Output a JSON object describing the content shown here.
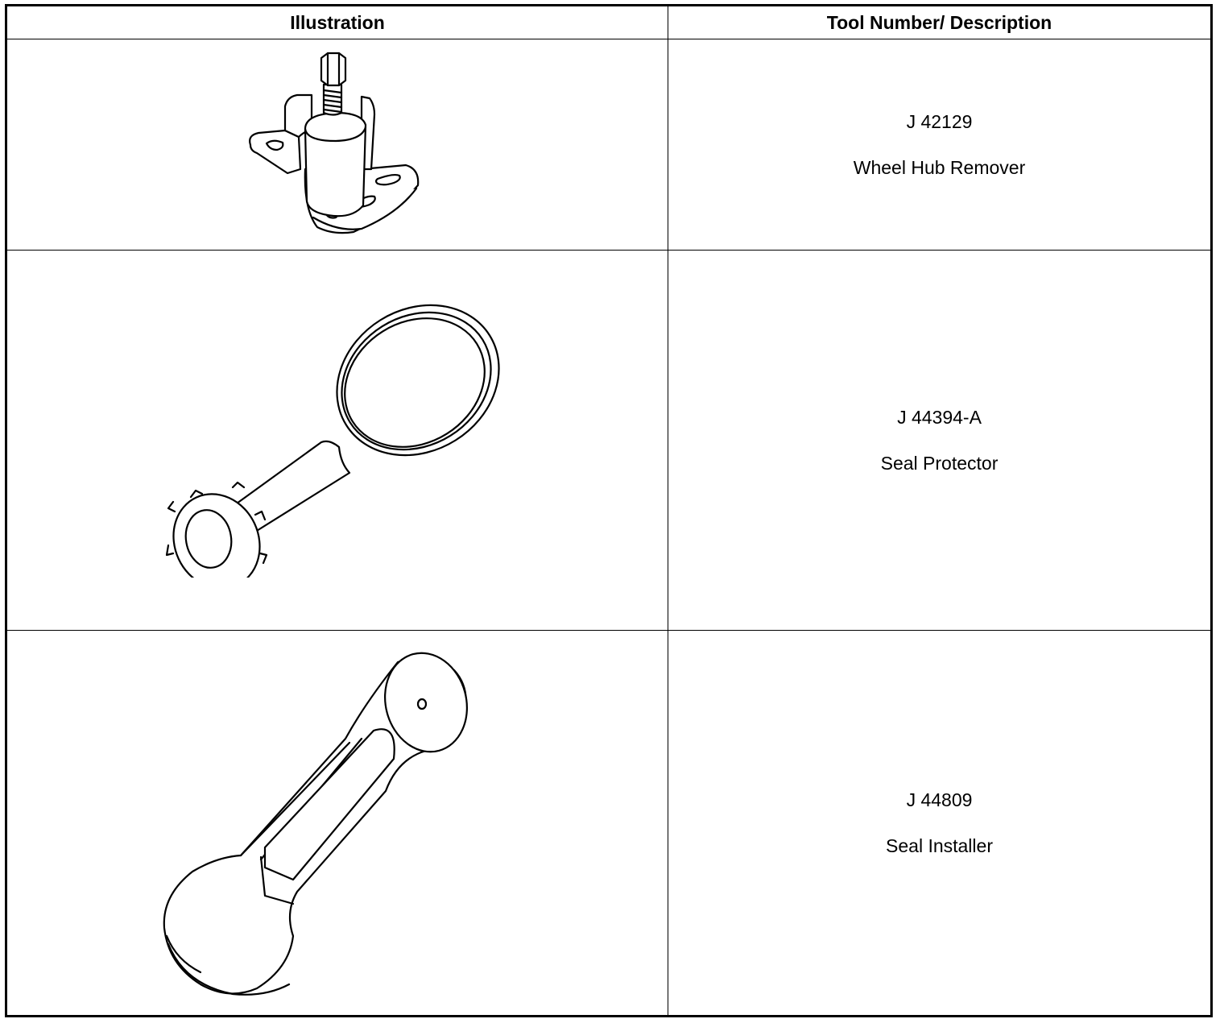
{
  "header": {
    "illustration": "Illustration",
    "tool_description": "Tool Number/ Description"
  },
  "rows": [
    {
      "tool_number": "J 42129",
      "description": "Wheel Hub Remover",
      "icon": "wheel-hub-remover-illustration"
    },
    {
      "tool_number": "J 44394-A",
      "description": "Seal Protector",
      "icon": "seal-protector-illustration"
    },
    {
      "tool_number": "J 44809",
      "description": "Seal Installer",
      "icon": "seal-installer-illustration"
    }
  ]
}
